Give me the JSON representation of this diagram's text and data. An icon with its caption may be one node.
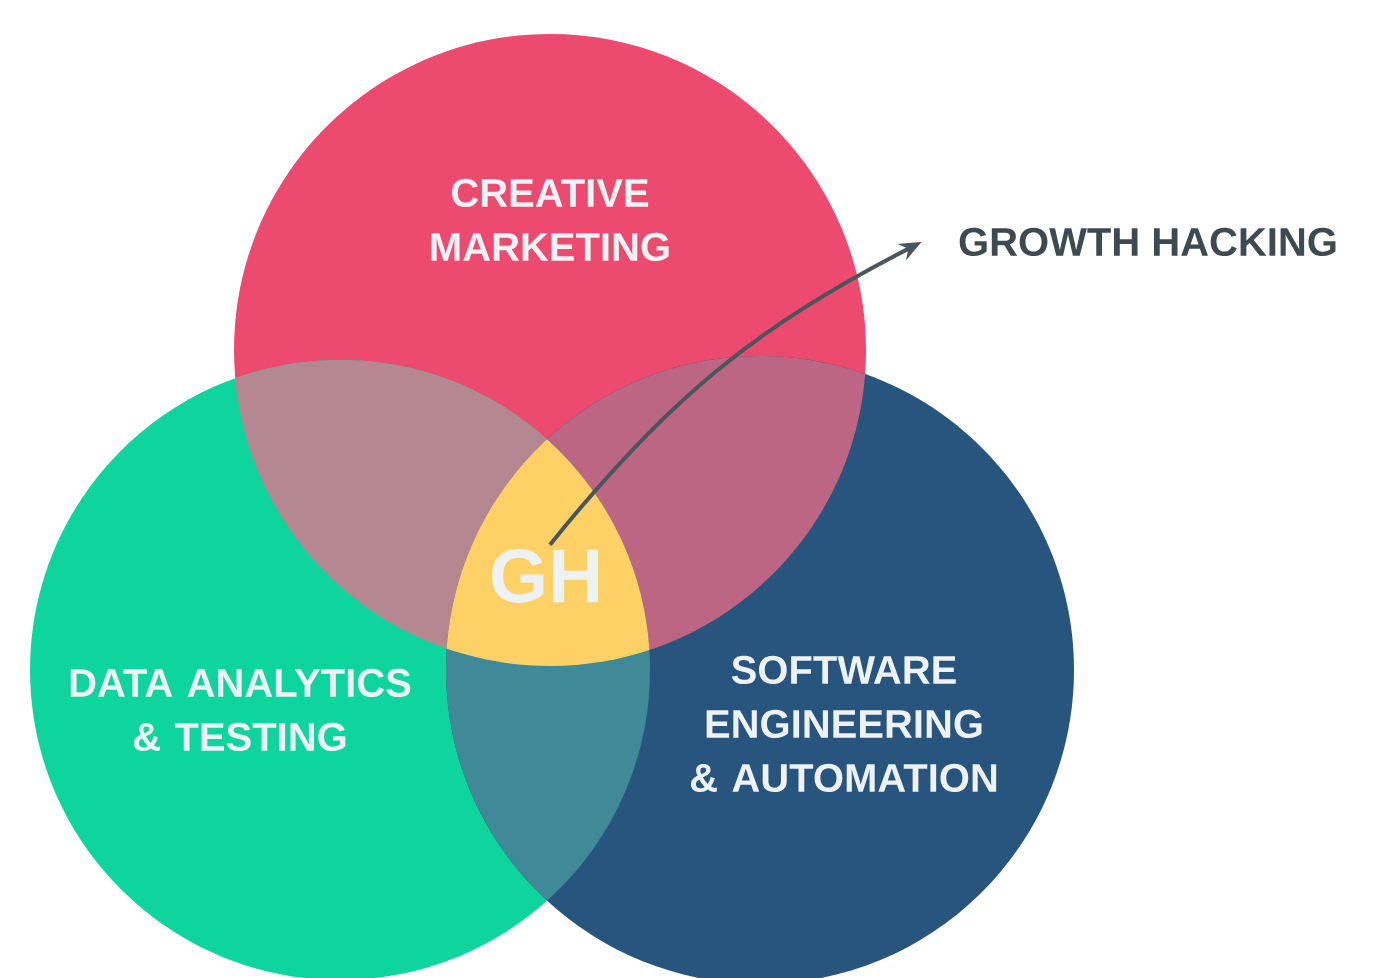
{
  "diagram": {
    "nodes": [
      {
        "text": [
          "CREATIVE MARKETING"
        ]
      },
      {
        "text": [
          "DATA ANALYTICS & TESTING"
        ]
      },
      {
        "text": [
          "SOFTWARE ENGINEERING & AUTOMATION"
        ]
      },
      {
        "text": [
          "GH"
        ]
      },
      {
        "text": [
          "GROWTH HACKING"
        ]
      }
    ],
    "edges": [
      {
        "from": 3,
        "to": 4,
        "arrow": "to"
      }
    ]
  }
}
